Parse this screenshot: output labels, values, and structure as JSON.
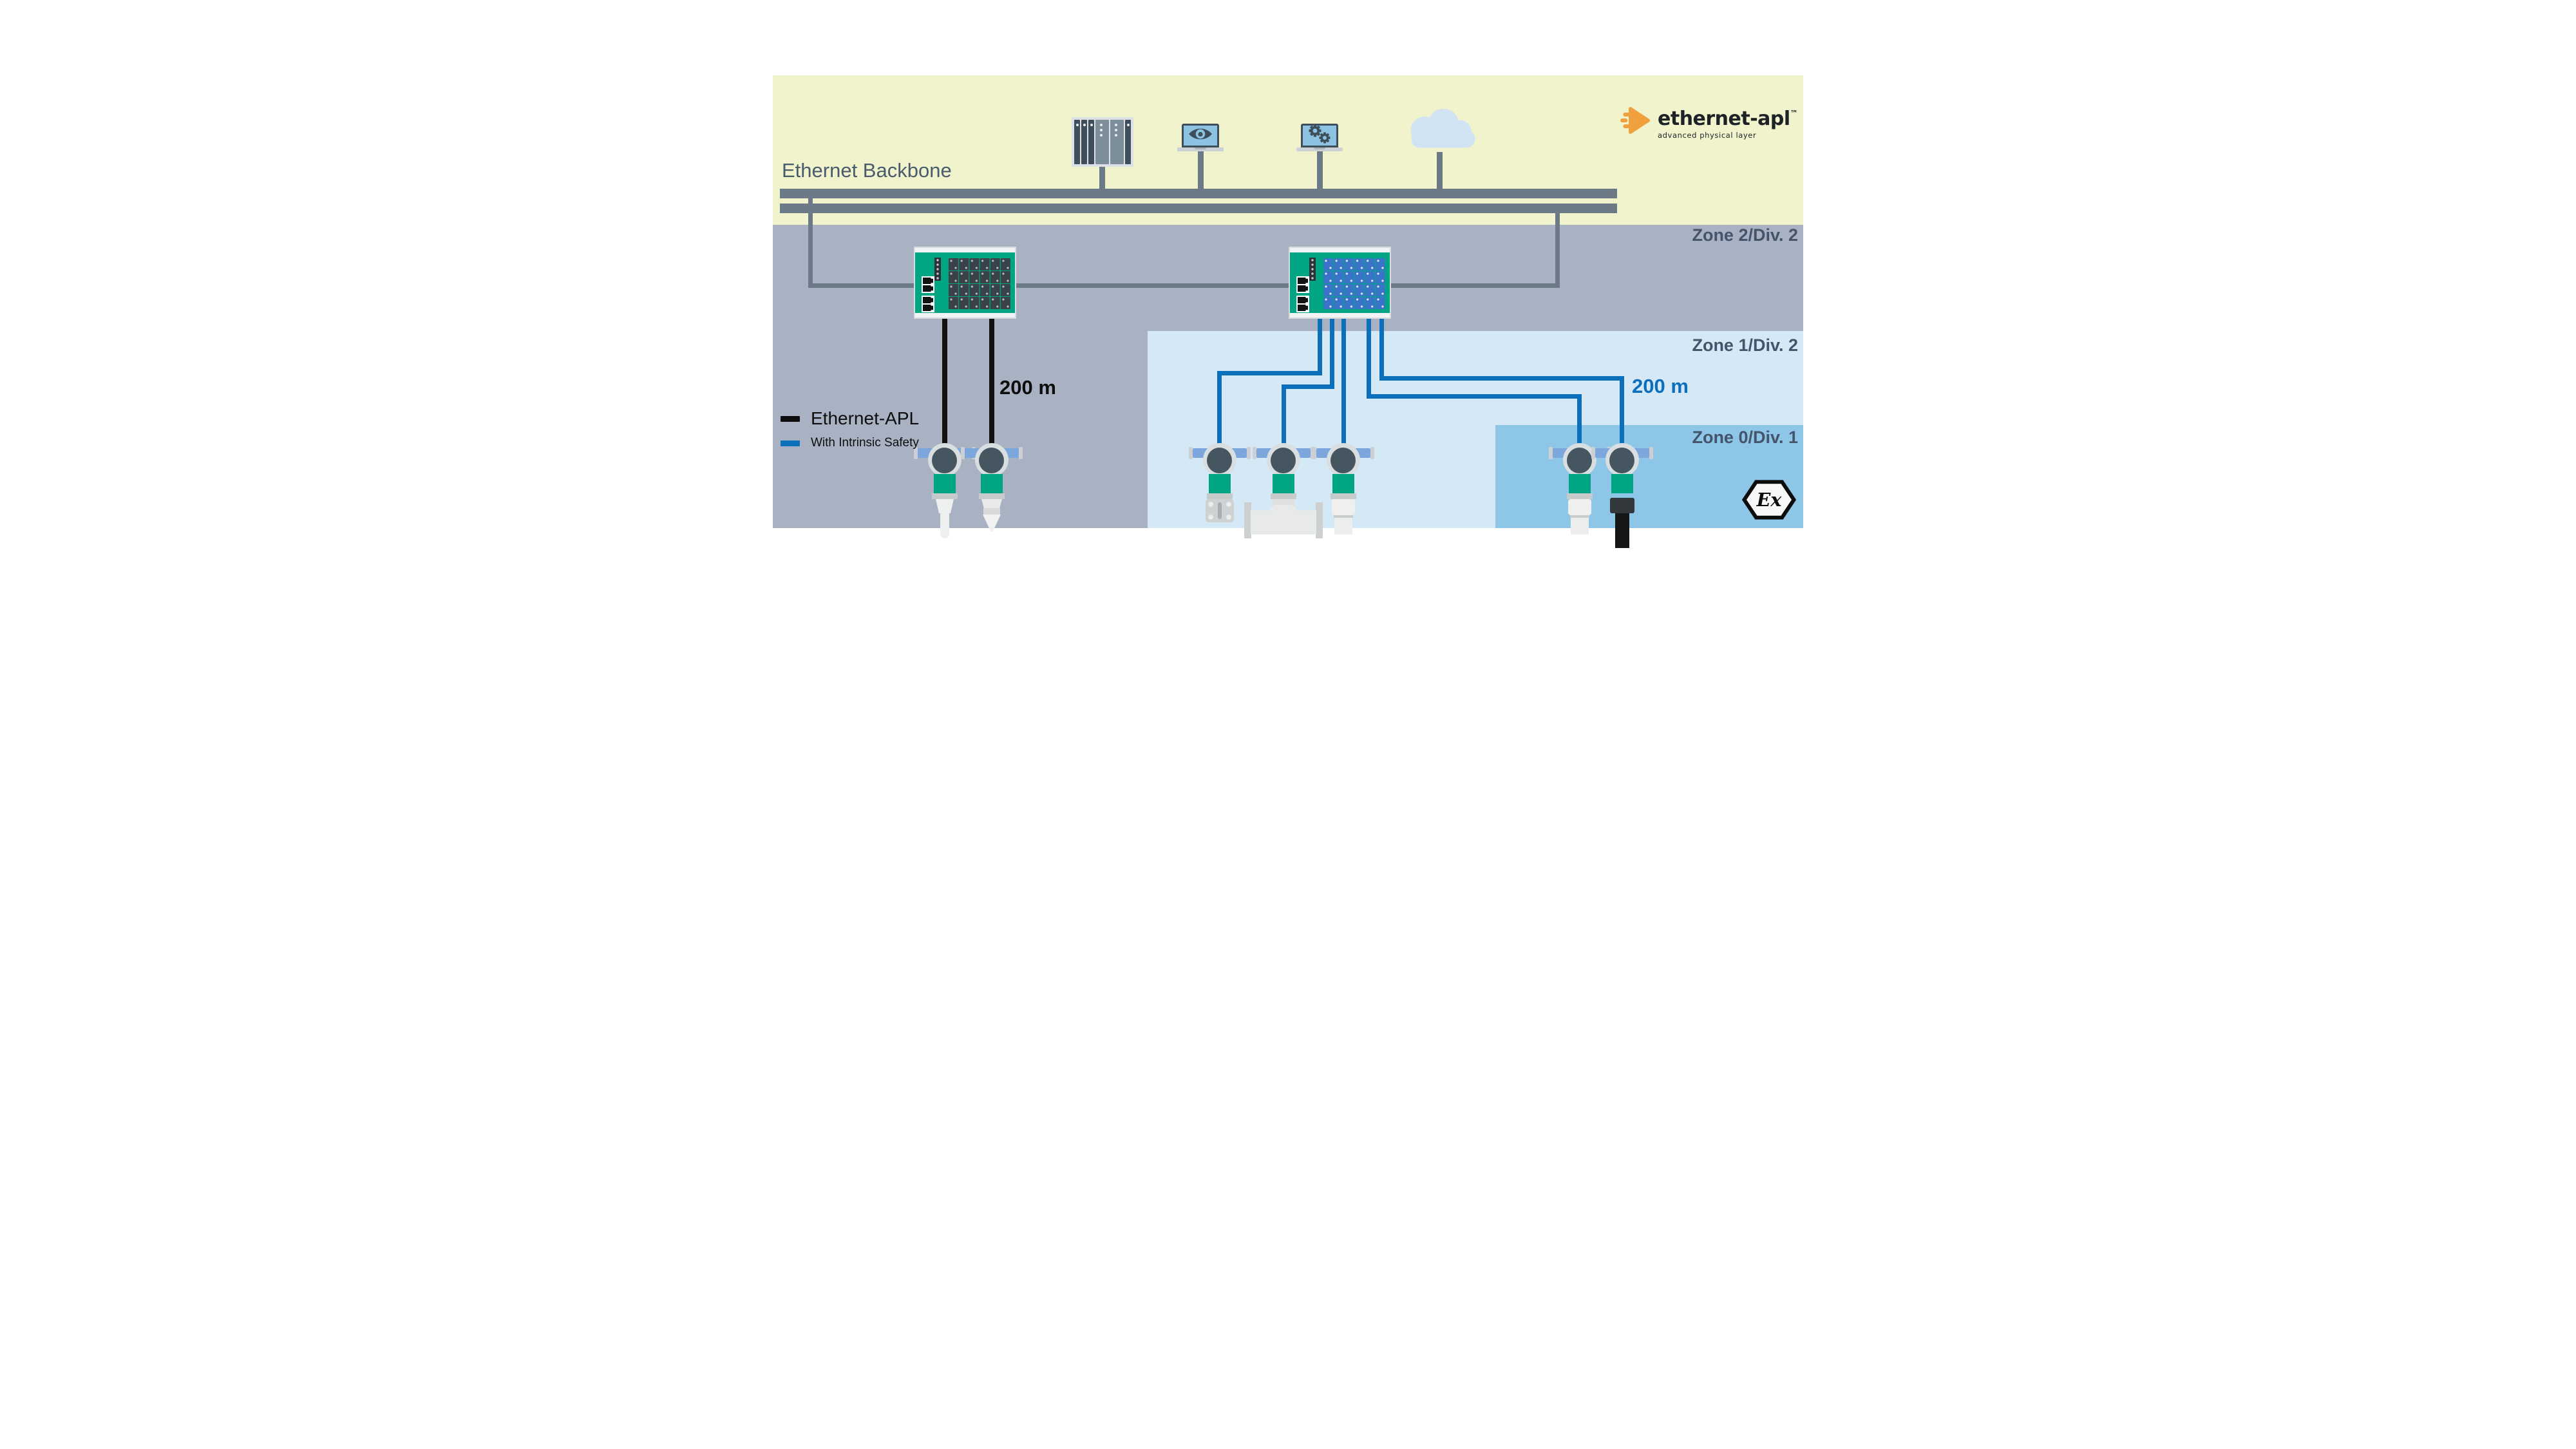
{
  "backbone": {
    "label": "Ethernet Backbone"
  },
  "logo": {
    "brand": "ethernet-apl",
    "trademark": "™",
    "tagline": "advanced physical layer",
    "icon": "apl-arrow-icon"
  },
  "zones": [
    {
      "label": "Zone 2/Div. 2"
    },
    {
      "label": "Zone 1/Div. 2"
    },
    {
      "label": "Zone 0/Div. 1"
    }
  ],
  "legend": {
    "items": [
      {
        "label": "Ethernet-APL",
        "color_key": "cable_apl"
      },
      {
        "label": "With Intrinsic Safety",
        "color_key": "cable_is"
      }
    ]
  },
  "distances": {
    "apl": "200 m",
    "is": "200 m"
  },
  "backbone_devices": [
    {
      "icon": "plc-rack-icon"
    },
    {
      "icon": "eye-icon"
    },
    {
      "icon": "gears-icon"
    },
    {
      "icon": "cloud-icon"
    }
  ],
  "field_switches": [
    {
      "name": "apl-field-switch-zone2"
    },
    {
      "name": "apl-field-switch-intrinsic-safety"
    }
  ],
  "ex": {
    "text": "Ex"
  },
  "colors": {
    "yellow_bg": "#f0f3cb",
    "zone2_bg": "#a9b2c3",
    "zone1_bg": "#d5e8f6",
    "zone0_bg": "#8dc6e6",
    "backbone": "#6b7a86",
    "cable_apl": "#0d0d0d",
    "cable_is": "#0c6fbc",
    "switch_green": "#00a583",
    "logo_orange": "#f0a03c",
    "slate_text": "#44546a"
  }
}
